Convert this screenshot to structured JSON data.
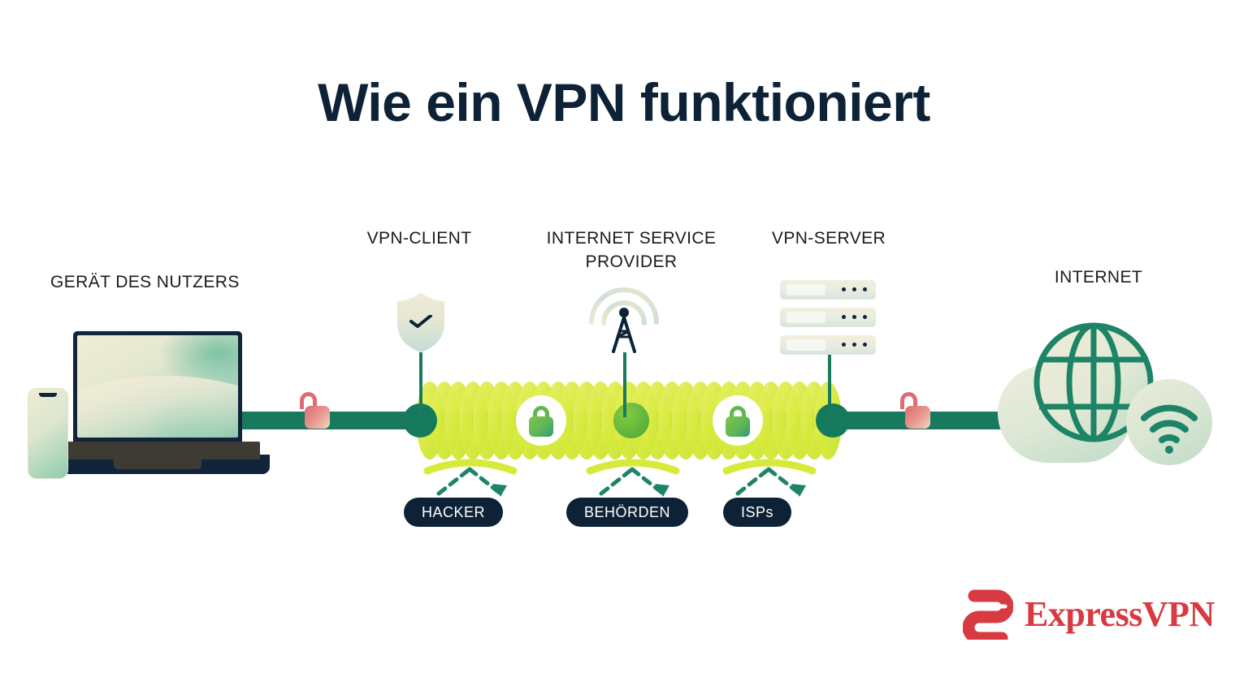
{
  "page": {
    "title": "Wie ein VPN funktioniert",
    "background": "#ffffff"
  },
  "colors": {
    "title_navy": "#0d2236",
    "connection_green": "#19795e",
    "tunnel_lime": "#d7ea3c",
    "badge_navy": "#0d2236",
    "open_lock_red": "#dd6a72",
    "closed_lock_green": "#61b84c",
    "brand_red": "#d83a42"
  },
  "labels": {
    "device": "GERÄT DES NUTZERS",
    "vpn_client": "VPN-CLIENT",
    "isp": "INTERNET SERVICE\nPROVIDER",
    "vpn_server": "VPN-SERVER",
    "internet": "INTERNET"
  },
  "threats": [
    {
      "label": "HACKER"
    },
    {
      "label": "BEHÖRDEN"
    },
    {
      "label": "ISPs"
    }
  ],
  "icons": {
    "shield_check": "shield-check-icon",
    "broadcast_tower": "broadcast-tower-icon",
    "server_rack": "server-rack-icon",
    "globe": "globe-icon",
    "wifi": "wifi-icon",
    "open_padlock": "open-padlock-icon",
    "closed_padlock": "closed-padlock-icon",
    "laptop": "laptop-icon",
    "phone": "phone-icon",
    "deflected_arrow": "deflected-arrow-icon"
  },
  "brand": {
    "name": "ExpressVPN",
    "mark": "expressvpn-logo-mark"
  }
}
